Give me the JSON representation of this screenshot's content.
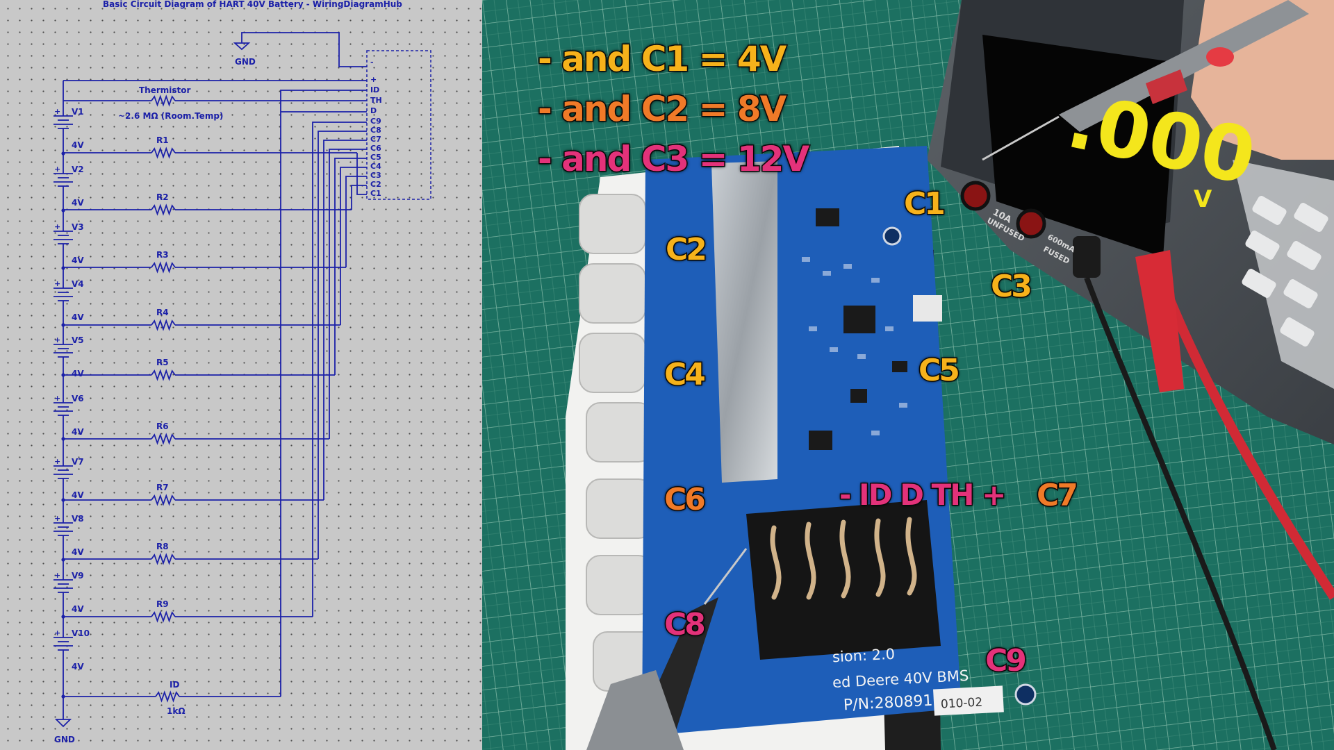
{
  "schematic": {
    "title": "Basic Circuit Diagram of HART 40V Battery - WiringDiagramHub",
    "gnd_top_label": "GND",
    "gnd_bottom_label": "GND",
    "thermistor_label": "Thermistor",
    "thermistor_value": "~2.6 MΩ (Room.Temp)",
    "id_resistor_label": "ID",
    "id_resistor_value": "1kΩ",
    "cells": [
      {
        "name": "V1",
        "voltage": "4V"
      },
      {
        "name": "V2",
        "voltage": "4V"
      },
      {
        "name": "V3",
        "voltage": "4V"
      },
      {
        "name": "V4",
        "voltage": "4V"
      },
      {
        "name": "V5",
        "voltage": "4V"
      },
      {
        "name": "V6",
        "voltage": "4V"
      },
      {
        "name": "V7",
        "voltage": "4V"
      },
      {
        "name": "V8",
        "voltage": "4V"
      },
      {
        "name": "V9",
        "voltage": "4V"
      },
      {
        "name": "V10",
        "voltage": "4V"
      }
    ],
    "cell_plus_sign": "+",
    "resistors": [
      "R1",
      "R2",
      "R3",
      "R4",
      "R5",
      "R6",
      "R7",
      "R8",
      "R9"
    ],
    "connector_pins": [
      "-",
      "+",
      "ID",
      "TH",
      "D",
      "C9",
      "C8",
      "C7",
      "C6",
      "C5",
      "C4",
      "C3",
      "C2",
      "C1"
    ]
  },
  "photo": {
    "equations": [
      {
        "text": "- and C1 = 4V",
        "color": "#f6b21b"
      },
      {
        "text": "- and C2 = 8V",
        "color": "#f07a28"
      },
      {
        "text": "- and C3 = 12V",
        "color": "#e3327a"
      }
    ],
    "cell_labels": [
      {
        "text": "C1",
        "color": "#f6b21b"
      },
      {
        "text": "C2",
        "color": "#f6b21b"
      },
      {
        "text": "C3",
        "color": "#f6b21b"
      },
      {
        "text": "C4",
        "color": "#f6b21b"
      },
      {
        "text": "C5",
        "color": "#f6b21b"
      },
      {
        "text": "C6",
        "color": "#f07a28"
      },
      {
        "text": "C7",
        "color": "#f07a28"
      },
      {
        "text": "C8",
        "color": "#e3327a"
      },
      {
        "text": "C9",
        "color": "#e3327a"
      }
    ],
    "pin_labels": {
      "text": "- ID D TH +",
      "color": "#e3327a"
    },
    "board_print": {
      "version": "sion: 2.0",
      "line2": "ed Deere  40V  BMS",
      "line3": "P/N:280891",
      "batch": "010-02"
    },
    "meter": {
      "reading": ".000",
      "unit": "V",
      "jack_10a": "10A",
      "jack_unfused": "UNFUSED",
      "jack_600ma": "600mA",
      "jack_fused": "FUSED"
    }
  }
}
